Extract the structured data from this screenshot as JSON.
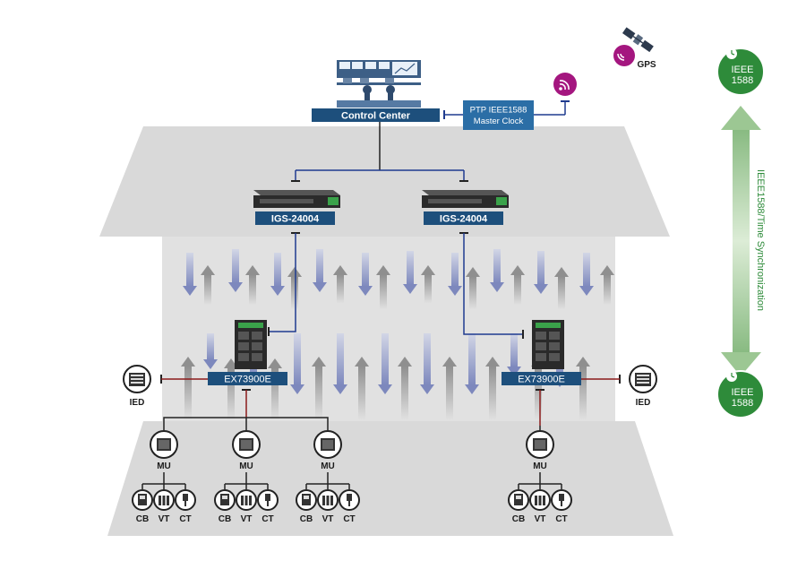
{
  "control_center": {
    "label": "Control Center"
  },
  "master_clock": {
    "line1": "PTP IEEE1588",
    "line2": "Master Clock"
  },
  "gps": {
    "label": "GPS"
  },
  "core_switches": [
    {
      "label": "IGS-24004"
    },
    {
      "label": "IGS-24004"
    }
  ],
  "edge_switches": [
    {
      "label": "EX73900E"
    },
    {
      "label": "EX73900E"
    }
  ],
  "ied_left": {
    "label": "IED"
  },
  "ied_right": {
    "label": "IED"
  },
  "merging_units": [
    {
      "label": "MU",
      "devices": [
        "CB",
        "VT",
        "CT"
      ]
    },
    {
      "label": "MU",
      "devices": [
        "CB",
        "VT",
        "CT"
      ]
    },
    {
      "label": "MU",
      "devices": [
        "CB",
        "VT",
        "CT"
      ]
    },
    {
      "label": "MU",
      "devices": [
        "CB",
        "VT",
        "CT"
      ]
    }
  ],
  "sync": {
    "top_badge": {
      "line1": "IEEE",
      "line2": "1588"
    },
    "bottom_badge": {
      "line1": "IEEE",
      "line2": "1588"
    },
    "vertical_label": "IEEE1588/Time Synchronization"
  },
  "colors": {
    "navy_box": "#1d4f7c",
    "blue_link": "#1f3b8f",
    "red_link": "#8b1a1a",
    "ptp_box": "#2b6ea6",
    "gray_band": "#d9d9d9",
    "green_badge": "#2e8b3a",
    "magenta": "#a4167f"
  }
}
